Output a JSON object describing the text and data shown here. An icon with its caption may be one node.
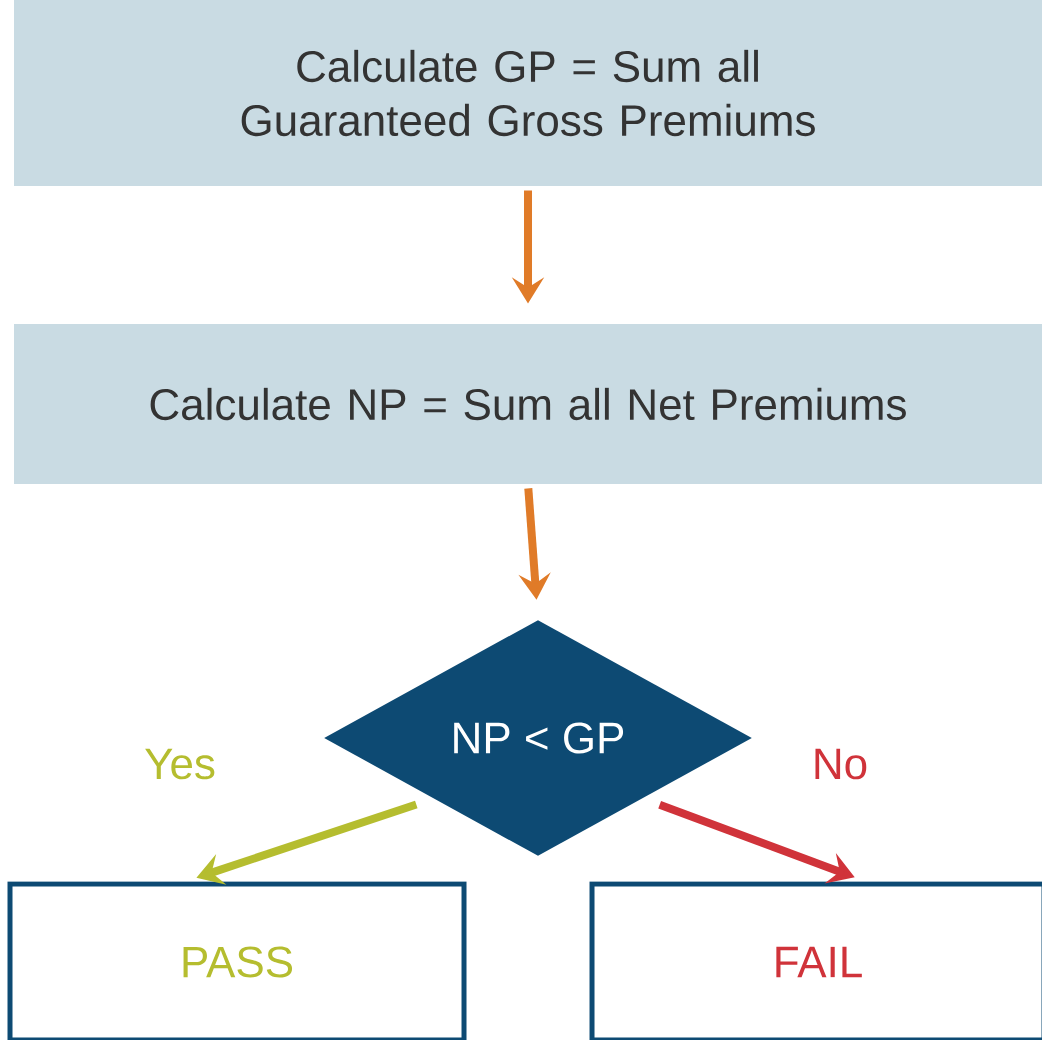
{
  "diagram": {
    "nodes": [
      {
        "text": [
          "Calculate GP = Sum all Guaranteed Gross Premiums"
        ]
      },
      {
        "text": [
          "Calculate NP = Sum all Net Premiums"
        ]
      },
      {
        "text": [
          "NP < GP"
        ]
      },
      {
        "text": [
          "PASS"
        ]
      },
      {
        "text": [
          "FAIL"
        ]
      }
    ],
    "edges": [
      {
        "from": 0,
        "to": 1,
        "arrow": "to"
      },
      {
        "from": 1,
        "to": 2,
        "arrow": "to"
      },
      {
        "from": 2,
        "to": 3,
        "arrow": "to",
        "label": "Yes",
        "color": "#b5bd2f"
      },
      {
        "from": 2,
        "to": 4,
        "arrow": "to",
        "label": "No",
        "color": "#d0333a"
      }
    ]
  }
}
